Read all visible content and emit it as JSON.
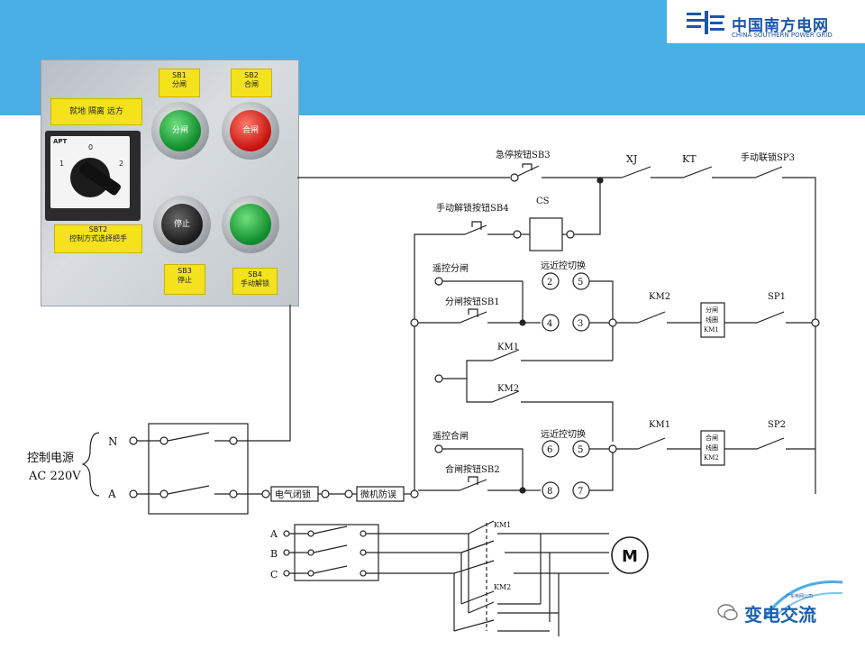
{
  "brand": {
    "cn": "中国南方电网",
    "en": "CHINA SOUTHERN POWER GRID"
  },
  "panel": {
    "label_sb1": {
      "code": "SB1",
      "text": "分闸"
    },
    "label_sb2": {
      "code": "SB2",
      "text": "合闸"
    },
    "label_sb3": {
      "code": "SB3",
      "text": "停止"
    },
    "label_sb4": {
      "code": "SB4",
      "text": "手动解锁"
    },
    "selector_modes": "就地  隔离  远方",
    "selector_brand": "APT",
    "selector_pos0": "0",
    "selector_pos1": "1",
    "selector_pos2": "2",
    "label_sbt2": {
      "code": "SBT2",
      "text": "控制方式选择把手"
    },
    "btn_green_text": "分闸",
    "btn_red_text": "合闸",
    "btn_black_text": "停止"
  },
  "diagram": {
    "source_label": "控制电源",
    "source_voltage": "AC 220V",
    "terminal_n": "N",
    "terminal_a": "A",
    "interlock_elec": "电气闭锁",
    "interlock_micro": "微机防误",
    "estop": "急停按钮SB3",
    "xj": "XJ",
    "kt": "KT",
    "manual_interlock": "手动联锁SP3",
    "manual_unlock": "手动解锁按钮SB4",
    "cs": "CS",
    "remote_open": "遥控分闸",
    "switch_rl_1": "远近控切换",
    "open_button": "分闸按钮SB1",
    "t2": "2",
    "t5a": "5",
    "t4": "4",
    "t3": "3",
    "km2_contact_top": "KM2",
    "open_coil": [
      "分闸",
      "线圈",
      "KM1"
    ],
    "sp1": "SP1",
    "km1_branch": "KM1",
    "km2_branch": "KM2",
    "remote_close": "遥控合闸",
    "switch_rl_2": "远近控切换",
    "close_button": "合闸按钮SB2",
    "t6": "6",
    "t5b": "5",
    "t8": "8",
    "t7": "7",
    "km1_contact_bottom": "KM1",
    "close_coil": [
      "合闸",
      "线圈",
      "KM2"
    ],
    "sp2": "SP2",
    "phase_a": "A",
    "phase_b": "B",
    "phase_c": "C",
    "power_km1": "KM1",
    "power_km2": "KM2",
    "motor": "M"
  },
  "watermark": {
    "text": "变电交流",
    "small": "广东电网公司"
  }
}
